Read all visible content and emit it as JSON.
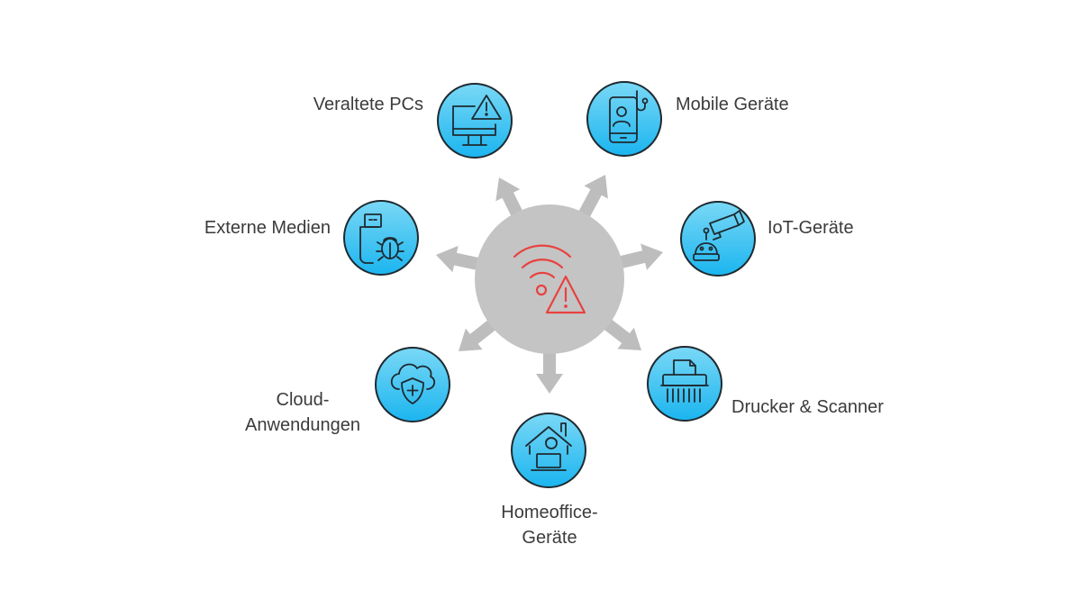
{
  "diagram": {
    "center": {
      "icon": "wifi-warning-icon",
      "color": "#e8423f"
    },
    "colors": {
      "hub_fill": "#c4c4c4",
      "arrow_fill": "#bdbdbd",
      "node_gradient_top": "#7ad8f6",
      "node_gradient_bottom": "#1bb5ef",
      "node_stroke": "#1f2a30",
      "icon_stroke": "#1f2a30"
    },
    "nodes": [
      {
        "id": "veraltete-pcs",
        "label_lines": [
          "Veraltete PCs"
        ],
        "icon": "monitor-warning-icon"
      },
      {
        "id": "mobile-geraete",
        "label_lines": [
          "Mobile Geräte"
        ],
        "icon": "smartphone-user-icon"
      },
      {
        "id": "iot-geraete",
        "label_lines": [
          "IoT-Geräte"
        ],
        "icon": "camera-robot-icon"
      },
      {
        "id": "drucker-scanner",
        "label_lines": [
          "Drucker & Scanner"
        ],
        "icon": "shredder-printer-icon"
      },
      {
        "id": "homeoffice-geraete",
        "label_lines": [
          "Homeoffice-",
          "Geräte"
        ],
        "icon": "home-laptop-icon"
      },
      {
        "id": "cloud-anwendungen",
        "label_lines": [
          "Cloud-",
          "Anwendungen"
        ],
        "icon": "cloud-shield-icon"
      },
      {
        "id": "externe-medien",
        "label_lines": [
          "Externe Medien"
        ],
        "icon": "usb-bug-icon"
      }
    ]
  }
}
